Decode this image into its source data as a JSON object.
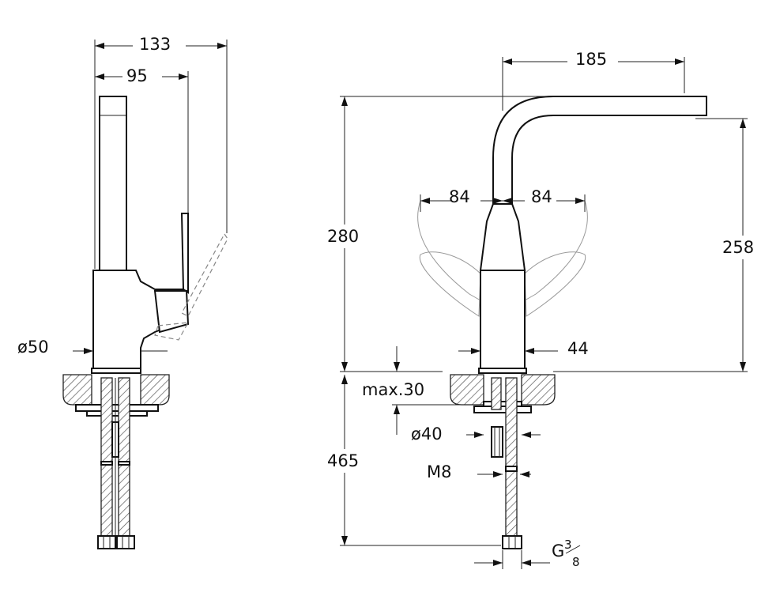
{
  "dimensions": {
    "side_width_total": "133",
    "side_spout_reach": "95",
    "side_base_diameter": "ø50",
    "front_spout_reach": "185",
    "lever_left": "84",
    "lever_right": "84",
    "height_total": "280",
    "spout_height": "258",
    "body_diameter": "44",
    "max_counter_thickness": "max.30",
    "hole_diameter": "ø40",
    "stud_thread": "M8",
    "hose_length": "465",
    "hose_connection_main": "G",
    "hose_connection_num": "3",
    "hose_connection_den": "8"
  }
}
